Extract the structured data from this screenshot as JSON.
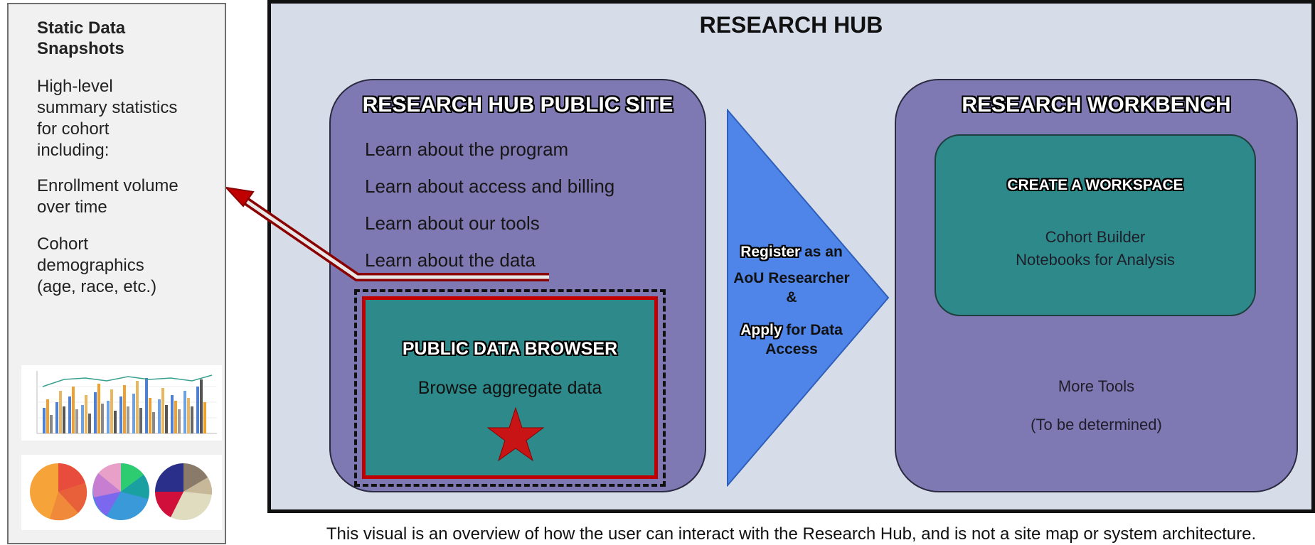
{
  "snapshot_panel": {
    "title_line1": "Static Data",
    "title_line2": "Snapshots",
    "desc_lines": [
      "High-level",
      "summary statistics",
      "for cohort",
      "including:"
    ],
    "enroll_lines": [
      "Enrollment volume",
      "over time"
    ],
    "demo_lines": [
      "Cohort",
      "demographics",
      "(age, race, etc.)"
    ]
  },
  "hub": {
    "title": "RESEARCH HUB",
    "public_site": {
      "title": "RESEARCH HUB PUBLIC SITE",
      "items": [
        "Learn about the program",
        "Learn about access and billing",
        "Learn about our tools",
        "Learn about the data"
      ]
    },
    "data_browser": {
      "title": "PUBLIC DATA BROWSER",
      "subtitle": "Browse aggregate data"
    },
    "middle": {
      "register_word": "Register",
      "register_rest": " as an",
      "line2": "AoU Researcher",
      "line3": "&",
      "apply_word": "Apply",
      "apply_rest": " for Data",
      "line5": "Access"
    },
    "workbench": {
      "title": "RESEARCH WORKBENCH",
      "workspace_title": "CREATE A WORKSPACE",
      "workspace_lines": [
        "Cohort Builder",
        "Notebooks for Analysis"
      ],
      "more_tools": "More Tools",
      "more_tools_note": "(To be determined)"
    }
  },
  "caption": "This visual is an overview of how the user can interact with the Research Hub, and is not a site map or system architecture.",
  "colors": {
    "hub_bg": "#d6dde9",
    "purple": "#7e79b2",
    "teal": "#2e8a8a",
    "red": "#c00000",
    "arrow_blue": "#4f84e8"
  }
}
